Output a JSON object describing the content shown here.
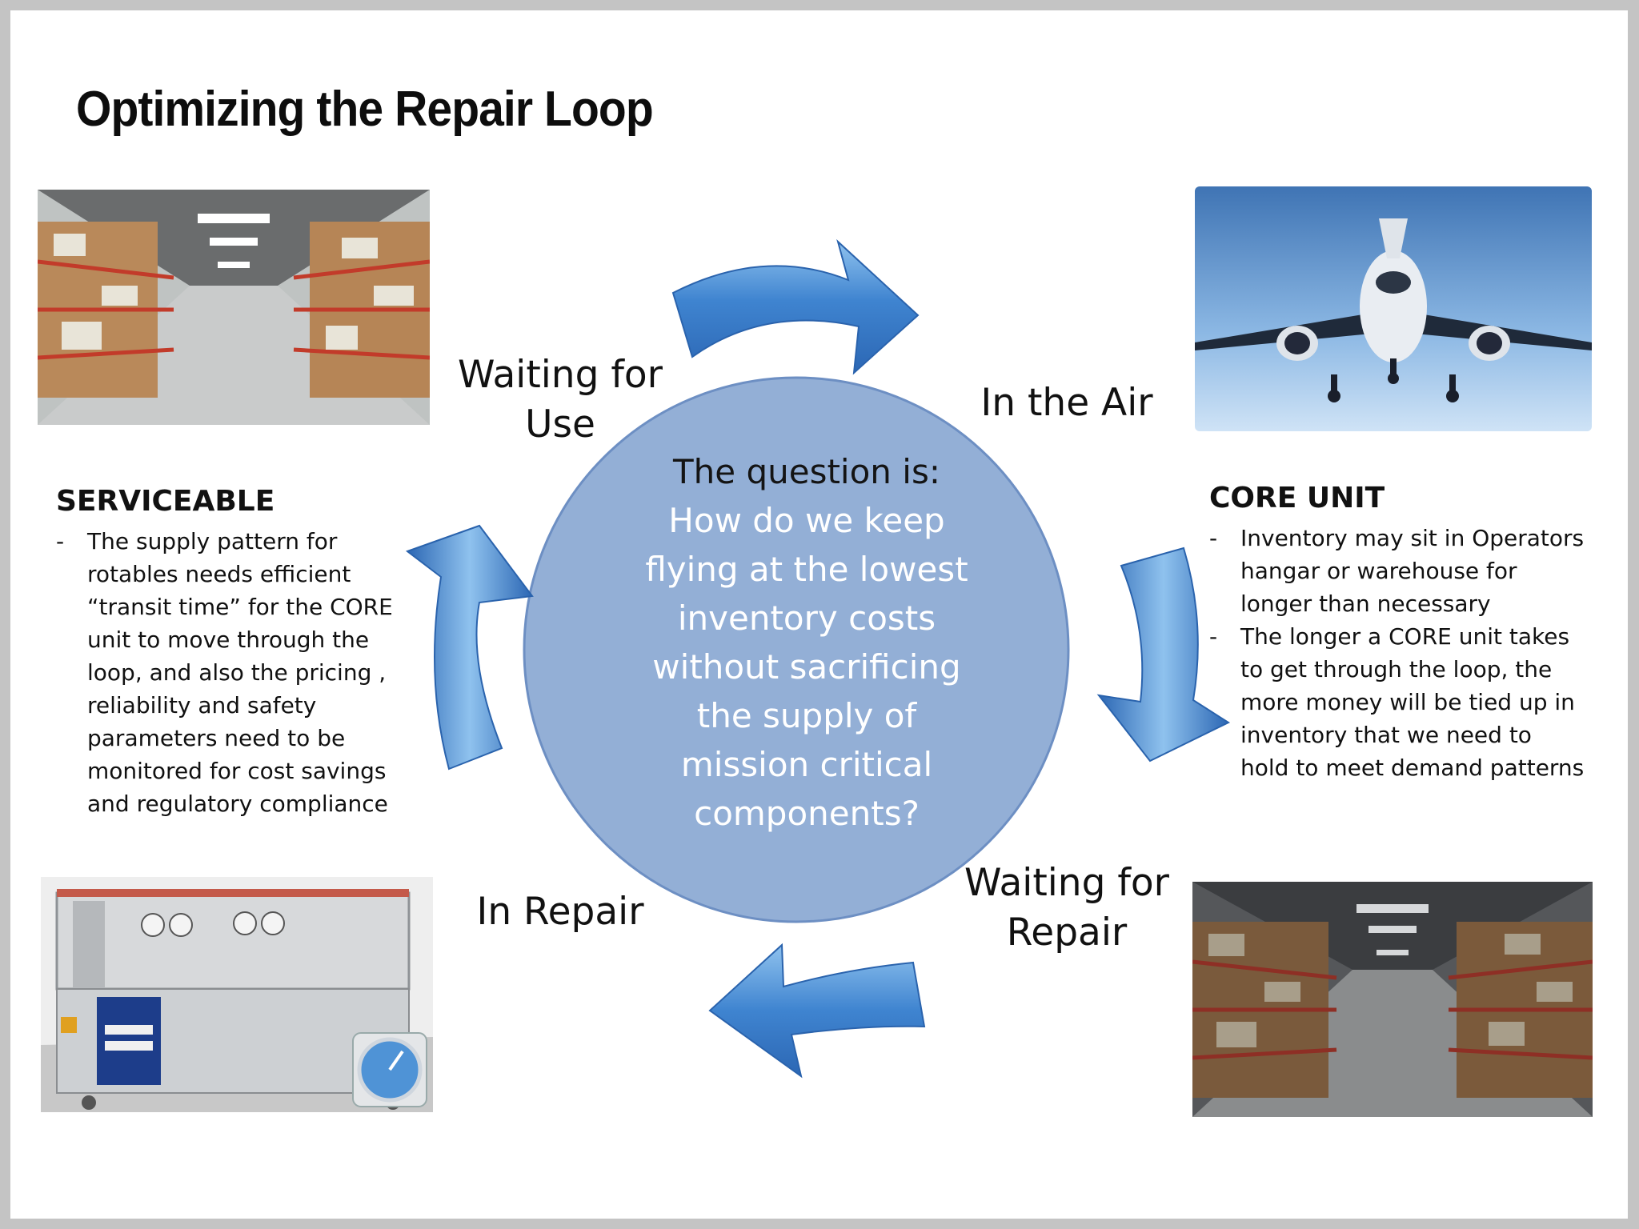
{
  "title": "Optimizing the Repair Loop",
  "stages": {
    "waiting_for_use": [
      "Waiting for",
      "Use"
    ],
    "in_the_air": [
      "In the Air"
    ],
    "waiting_for_repair": [
      "Waiting for",
      "Repair"
    ],
    "in_repair": [
      "In Repair"
    ]
  },
  "center": {
    "lead": "The question is:",
    "question_lines": [
      "How do we keep",
      "flying at the lowest",
      "inventory costs",
      "without sacrificing",
      "the supply of",
      "mission critical",
      "components?"
    ]
  },
  "serviceable": {
    "heading": "SERVICEABLE",
    "bullets": [
      "The supply pattern for rotables needs efficient “transit time” for the CORE unit to move through the loop, and also the pricing , reliability and safety parameters need to be monitored for cost savings and regulatory compliance"
    ]
  },
  "core_unit": {
    "heading": "CORE UNIT",
    "bullets": [
      "Inventory may sit in Operators hangar or warehouse for longer than necessary",
      "The longer a CORE unit takes to get through the loop, the more money will be tied up in inventory that we need to hold to meet demand patterns"
    ]
  },
  "colors": {
    "circle_fill": "#93afd6",
    "circle_stroke": "#6d8fc3",
    "arrow_fill": "#3a7bc8",
    "arrow_highlight": "#8fc2ee"
  },
  "images": {
    "warehouse_top": "warehouse-photo",
    "airplane": "airplane-photo",
    "test_bench": "test-bench-photo",
    "warehouse_bottom": "warehouse-dark-photo"
  }
}
